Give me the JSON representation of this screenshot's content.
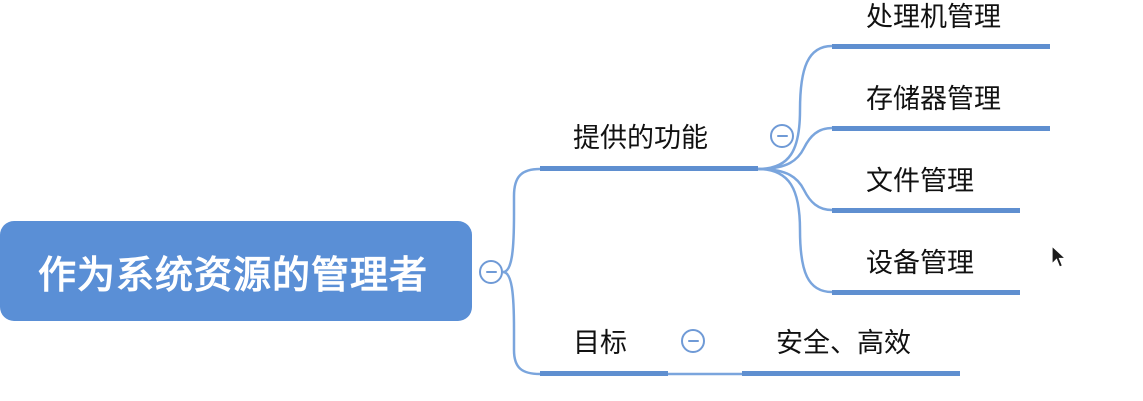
{
  "root": {
    "label": "作为系统资源的管理者"
  },
  "branches": [
    {
      "label": "提供的功能",
      "children": [
        "处理机管理",
        "存储器管理",
        "文件管理",
        "设备管理"
      ]
    },
    {
      "label": "目标",
      "children": [
        "安全、高效"
      ]
    }
  ],
  "colors": {
    "root_fill": "#5a8fd6",
    "line": "#5f8fd0",
    "text": "#111111"
  },
  "icons": {
    "collapse": "minus-circle-icon",
    "cursor": "mouse-pointer-icon"
  }
}
